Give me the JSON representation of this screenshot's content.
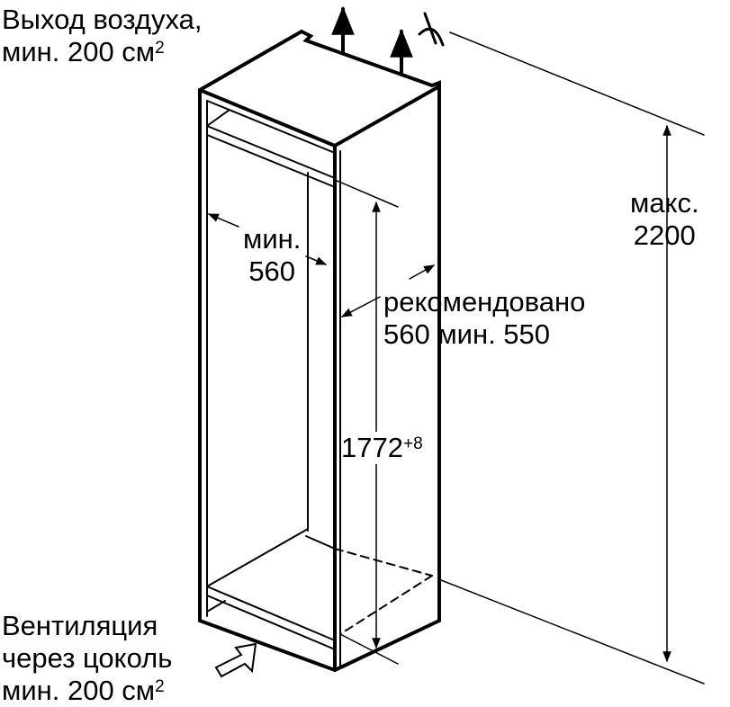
{
  "air_outlet": {
    "line1": "Выход воздуха,",
    "line2": "мин. 200 см",
    "sup": "2"
  },
  "max_height": {
    "line1": "макс.",
    "line2": "2200"
  },
  "min_width": {
    "line1": "мин.",
    "line2": "560"
  },
  "depth": {
    "line1": "рекомендовано",
    "line2": "560 мин. 550"
  },
  "niche_height": {
    "value": "1772",
    "tolerance": "+8"
  },
  "ventilation": {
    "line1": "Вентиляция",
    "line2": "через цоколь",
    "line3": "мин. 200 см",
    "sup": "2"
  }
}
